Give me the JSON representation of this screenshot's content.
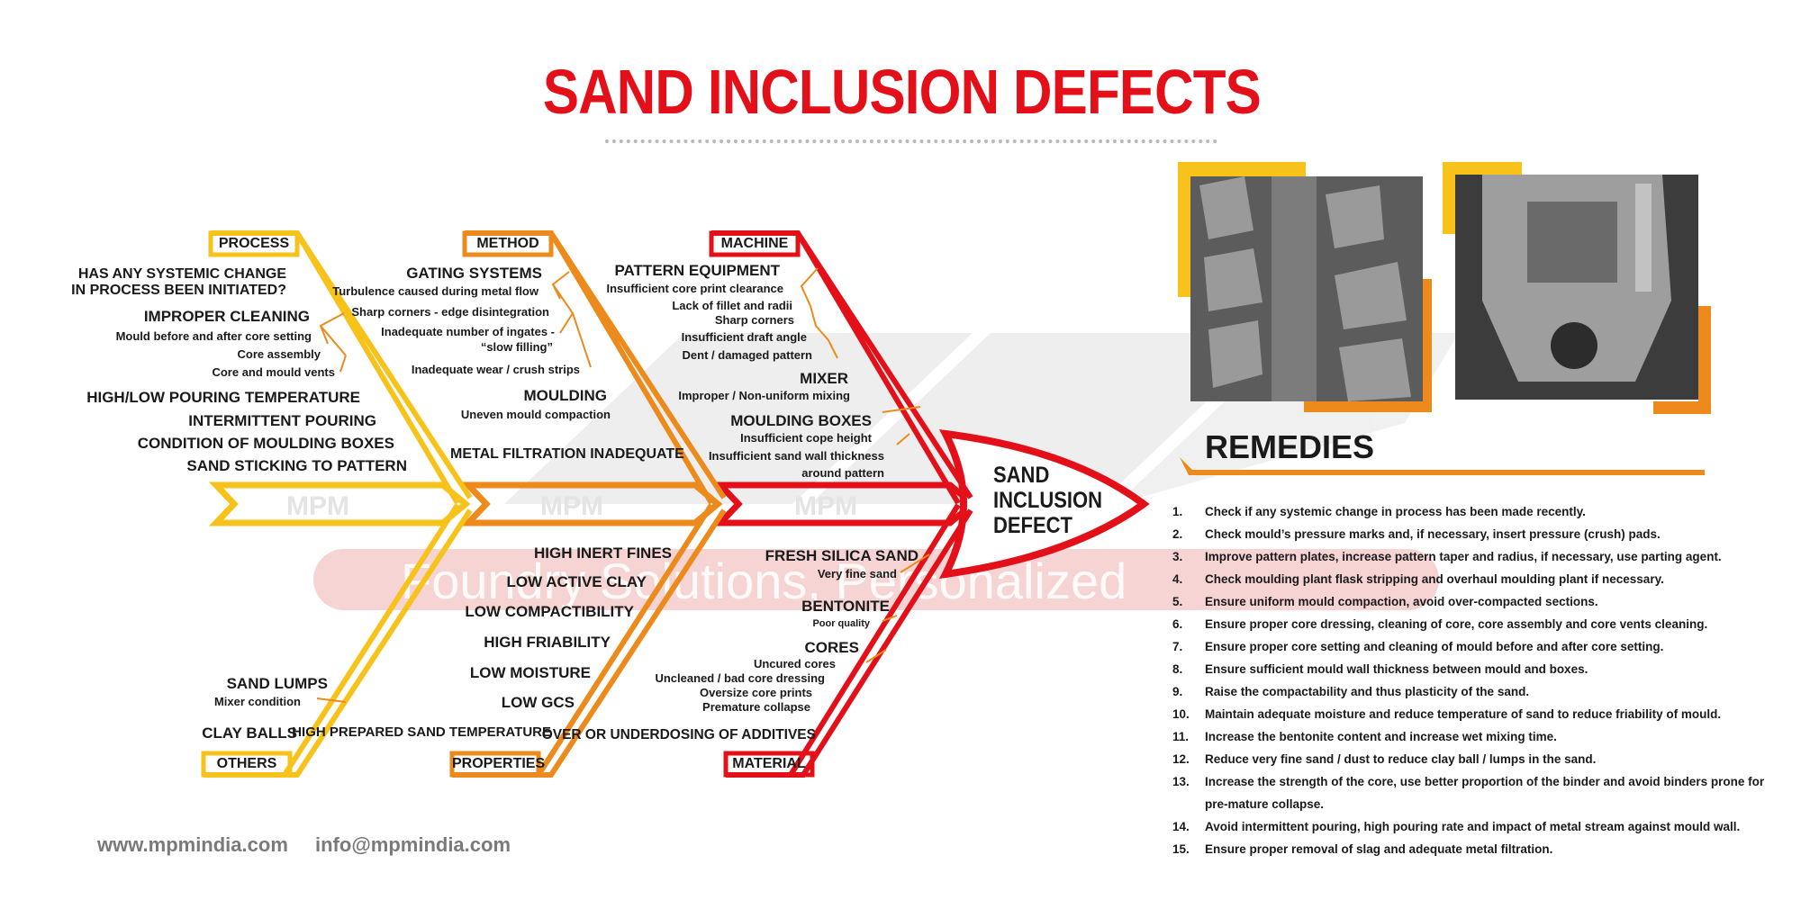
{
  "title": "SAND INCLUSION DEFECTS",
  "watermark": {
    "logo": "MPM",
    "tagline": "Foundry Solutions, Personalized"
  },
  "head": [
    "SAND",
    "INCLUSION",
    "DEFECT"
  ],
  "categories": {
    "process": "PROCESS",
    "method": "METHOD",
    "machine": "MACHINE",
    "others": "OTHERS",
    "properties": "PROPERTIES",
    "material": "MATERIAL"
  },
  "process": {
    "systemic": [
      "HAS ANY SYSTEMIC CHANGE",
      "IN PROCESS BEEN INITIATED?"
    ],
    "cleaning": "IMPROPER CLEANING",
    "cleaning_items": [
      "Mould before and after core setting",
      "Core assembly",
      "Core and mould vents"
    ],
    "items": [
      "HIGH/LOW POURING TEMPERATURE",
      "INTERMITTENT POURING",
      "CONDITION  OF MOULDING BOXES",
      "SAND STICKING TO PATTERN"
    ]
  },
  "method": {
    "gating": "GATING  SYSTEMS",
    "gating_items": [
      "Turbulence caused during metal flow",
      "Sharp corners - edge disintegration",
      "Inadequate number of ingates -",
      "“slow filling”",
      "Inadequate wear / crush strips"
    ],
    "moulding": "MOULDING",
    "moulding_items": [
      "Uneven mould compaction"
    ],
    "filtration": "METAL FILTRATION INADEQUATE"
  },
  "machine": {
    "pattern": "PATTERN EQUIPMENT",
    "pattern_items": [
      "Insufficient core print clearance",
      "Lack of fillet and radii",
      "Sharp corners",
      "Insufficient draft angle",
      "Dent / damaged pattern"
    ],
    "mixer": "MIXER",
    "mixer_items": [
      "Improper / Non-uniform mixing"
    ],
    "boxes": "MOULDING BOXES",
    "boxes_items": [
      "Insufficient cope height",
      "Insufficient sand wall thickness",
      "around pattern"
    ]
  },
  "others": {
    "lumps": "SAND LUMPS",
    "lumps_items": [
      "Mixer condition"
    ],
    "balls": "CLAY BALLS"
  },
  "properties": {
    "items": [
      "HIGH INERT FINES",
      "LOW ACTIVE CLAY",
      "LOW COMPACTIBILITY",
      "HIGH FRIABILITY",
      "LOW MOISTURE",
      "LOW GCS",
      "HIGH PREPARED SAND TEMPERATURE"
    ]
  },
  "material": {
    "silica": "FRESH SILICA SAND",
    "silica_items": [
      "Very fine sand"
    ],
    "bentonite": "BENTONITE",
    "bentonite_items": [
      "Poor quality"
    ],
    "cores": "CORES",
    "cores_items": [
      "Uncured cores",
      "Uncleaned / bad core dressing",
      "Oversize core prints",
      "Premature collapse"
    ],
    "additives": "OVER OR UNDERDOSING OF ADDITIVES"
  },
  "remedies": {
    "heading": "REMEDIES",
    "items": [
      {
        "n": "1.",
        "text": "Check if any systemic change in process has been made recently."
      },
      {
        "n": "2.",
        "text": "Check mould’s pressure marks and, if necessary, insert pressure (crush) pads."
      },
      {
        "n": "3.",
        "text": "Improve pattern plates, increase pattern taper and radius, if necessary, use parting agent."
      },
      {
        "n": "4.",
        "text": "Check moulding plant flask stripping and overhaul moulding plant if necessary."
      },
      {
        "n": "5.",
        "text": "Ensure uniform mould compaction, avoid over-compacted sections."
      },
      {
        "n": "6.",
        "text": "Ensure proper core dressing, cleaning of core, core assembly and core vents cleaning."
      },
      {
        "n": "7.",
        "text": "Ensure proper core setting and cleaning of mould before and after core setting."
      },
      {
        "n": "8.",
        "text": "Ensure sufficient mould wall thickness between mould and boxes."
      },
      {
        "n": "9.",
        "text": "Raise the compactability and thus plasticity of the sand."
      },
      {
        "n": "10.",
        "text": "Maintain adequate moisture and reduce temperature of sand to reduce friability of mould."
      },
      {
        "n": "11.",
        "text": "Increase the bentonite content and increase wet mixing time."
      },
      {
        "n": "12.",
        "text": "Reduce very fine sand / dust to reduce clay ball / lumps in the sand."
      },
      {
        "n": "13.",
        "text": "Increase the strength of the core, use better proportion of the binder and avoid binders prone for pre-mature collapse."
      },
      {
        "n": "14.",
        "text": "Avoid intermittent pouring, high pouring rate and impact of metal stream against mould wall."
      },
      {
        "n": "15.",
        "text": "Ensure proper removal of slag and adequate metal filtration."
      }
    ]
  },
  "footer": {
    "website": "www.mpmindia.com",
    "email": "info@mpmindia.com"
  },
  "colors": {
    "yellow": "#f7c21a",
    "orange": "#ec8a1c",
    "red": "#e3101a",
    "text": "#1a1a1a",
    "grey": "#7a7a7a"
  }
}
